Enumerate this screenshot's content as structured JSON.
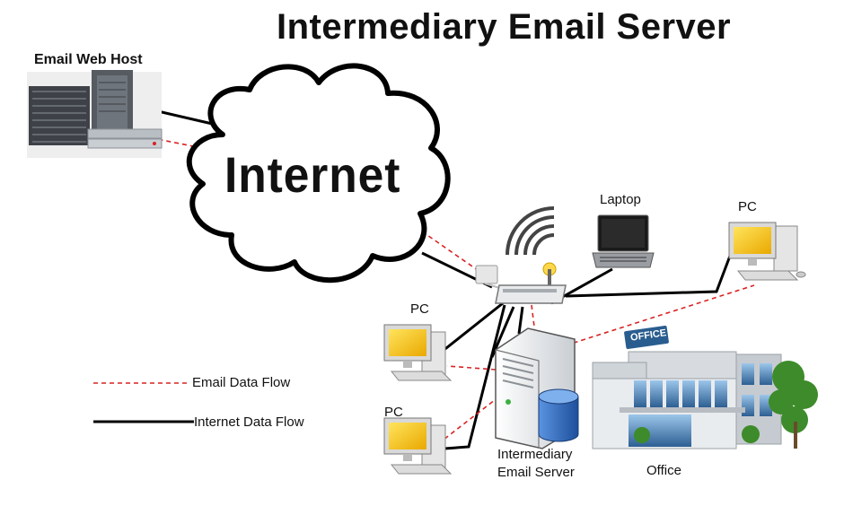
{
  "title": "Intermediary Email Server",
  "cloud_label": "Internet",
  "nodes": {
    "email_web_host": "Email Web Host",
    "laptop": "Laptop",
    "pc_right": "PC",
    "pc_mid": "PC",
    "pc_low": "PC",
    "server_line1": "Intermediary",
    "server_line2": "Email Server",
    "office": "Office",
    "office_sign": "OFFICE"
  },
  "legend": {
    "email_flow": "Email Data Flow",
    "internet_flow": "Internet Data Flow"
  },
  "colors": {
    "email_flow": "#d92323",
    "internet_flow": "#000000",
    "monitor_screen": "#f5c400",
    "server_disk": "#2f6fc9",
    "tree": "#3d8b2a"
  }
}
